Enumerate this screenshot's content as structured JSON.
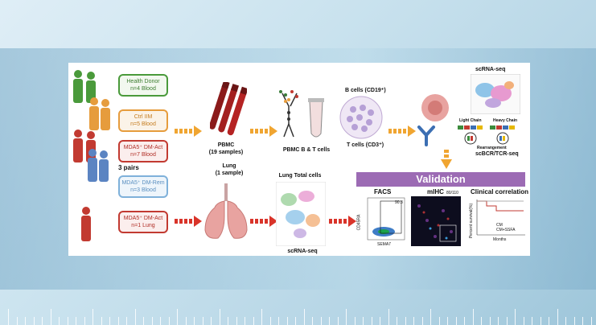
{
  "groups": [
    {
      "line1": "Health Donor",
      "line2": "n=4 Blood",
      "color": "#4a9a3b",
      "fill": "#f2f8ef"
    },
    {
      "line1": "Ctrl IIM",
      "line2": "n=5 Blood",
      "color": "#e69c3d",
      "fill": "#fbf3e8"
    },
    {
      "line1": "MDA5⁺ DM-Act",
      "line2": "n=7 Blood",
      "color": "#c23a31",
      "fill": "#fbeeed"
    },
    {
      "line1": "MDA5⁺ DM-Rem",
      "line2": "n=3 Blood",
      "color": "#7fb1da",
      "fill": "#eef5fb"
    },
    {
      "line1": "MDA5⁺ DM-Act",
      "line2": "n=1 Lung",
      "color": "#c23a31",
      "fill": "#fbeeed"
    }
  ],
  "pairs_label": "3 pairs",
  "pbmc": {
    "line1": "PBMC",
    "line2": "(19 samples)"
  },
  "pbmc_bt": "PBMC B & T cells",
  "b_cells": "B cells (CD19⁺)",
  "t_cells": "T cells (CD3⁺)",
  "scrna_seq_top": "scRNA-seq",
  "light_chain": "Light Chain",
  "heavy_chain": "Heavy Chain",
  "rearrangement": "Rearrangement",
  "scbcr": "scBCR/TCR-seq",
  "lung": {
    "line1": "Lung",
    "line2": "(1 sample)"
  },
  "lung_total": "Lung Total cells",
  "scrna_seq_bottom": "scRNA-seq",
  "validation": "Validation",
  "facs": "FACS",
  "mihc": "mIHC",
  "clinical": "Clinical correlation",
  "facs_axis_x": "SEMA7",
  "facs_axis_y": "CD45RA",
  "facs_gate": "90.3",
  "mihc_count": "80/110",
  "km_ylabel": "Percent survival(%)",
  "km_xlabel": "Months",
  "km_legend": [
    "CM",
    "CM+SSFA"
  ],
  "colors": {
    "arrow_orange": "#f0a531",
    "arrow_red": "#d9342a",
    "purple": "#9c6bb4"
  }
}
